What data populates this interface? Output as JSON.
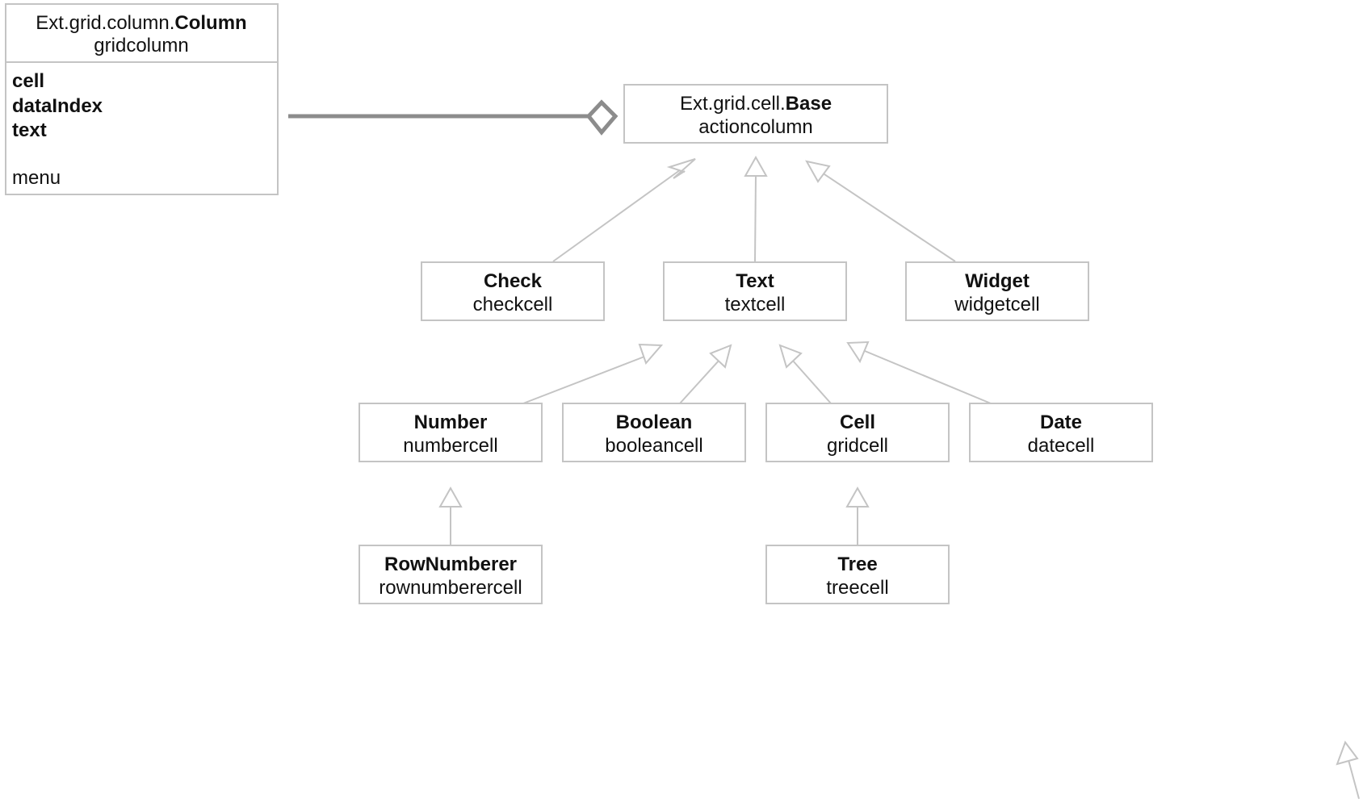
{
  "column_class": {
    "prefix": "Ext.grid.column.",
    "name": "Column",
    "alias": "gridcolumn",
    "configs": [
      "cell",
      "dataIndex",
      "text"
    ],
    "other": "menu"
  },
  "base_class": {
    "prefix": "Ext.grid.cell.",
    "name": "Base",
    "alias": "actioncolumn"
  },
  "nodes": {
    "check": {
      "name": "Check",
      "alias": "checkcell"
    },
    "text": {
      "name": "Text",
      "alias": "textcell"
    },
    "widget": {
      "name": "Widget",
      "alias": "widgetcell"
    },
    "number": {
      "name": "Number",
      "alias": "numbercell"
    },
    "boolean": {
      "name": "Boolean",
      "alias": "booleancell"
    },
    "cell": {
      "name": "Cell",
      "alias": "gridcell"
    },
    "date": {
      "name": "Date",
      "alias": "datecell"
    },
    "rownumberer": {
      "name": "RowNumberer",
      "alias": "rownumberercell"
    },
    "tree": {
      "name": "Tree",
      "alias": "treecell"
    }
  },
  "inheritance": [
    {
      "child": "check",
      "parent": "base"
    },
    {
      "child": "text",
      "parent": "base"
    },
    {
      "child": "widget",
      "parent": "base"
    },
    {
      "child": "number",
      "parent": "text"
    },
    {
      "child": "boolean",
      "parent": "text"
    },
    {
      "child": "cell",
      "parent": "text"
    },
    {
      "child": "date",
      "parent": "text"
    },
    {
      "child": "rownumberer",
      "parent": "number"
    },
    {
      "child": "tree",
      "parent": "cell"
    }
  ],
  "association": {
    "from": "column",
    "to": "base",
    "type": "aggregation"
  },
  "colors": {
    "box_border": "#c4c4c4",
    "edge": "#c4c4c4",
    "association": "#8c8c8c",
    "text": "#111111"
  }
}
